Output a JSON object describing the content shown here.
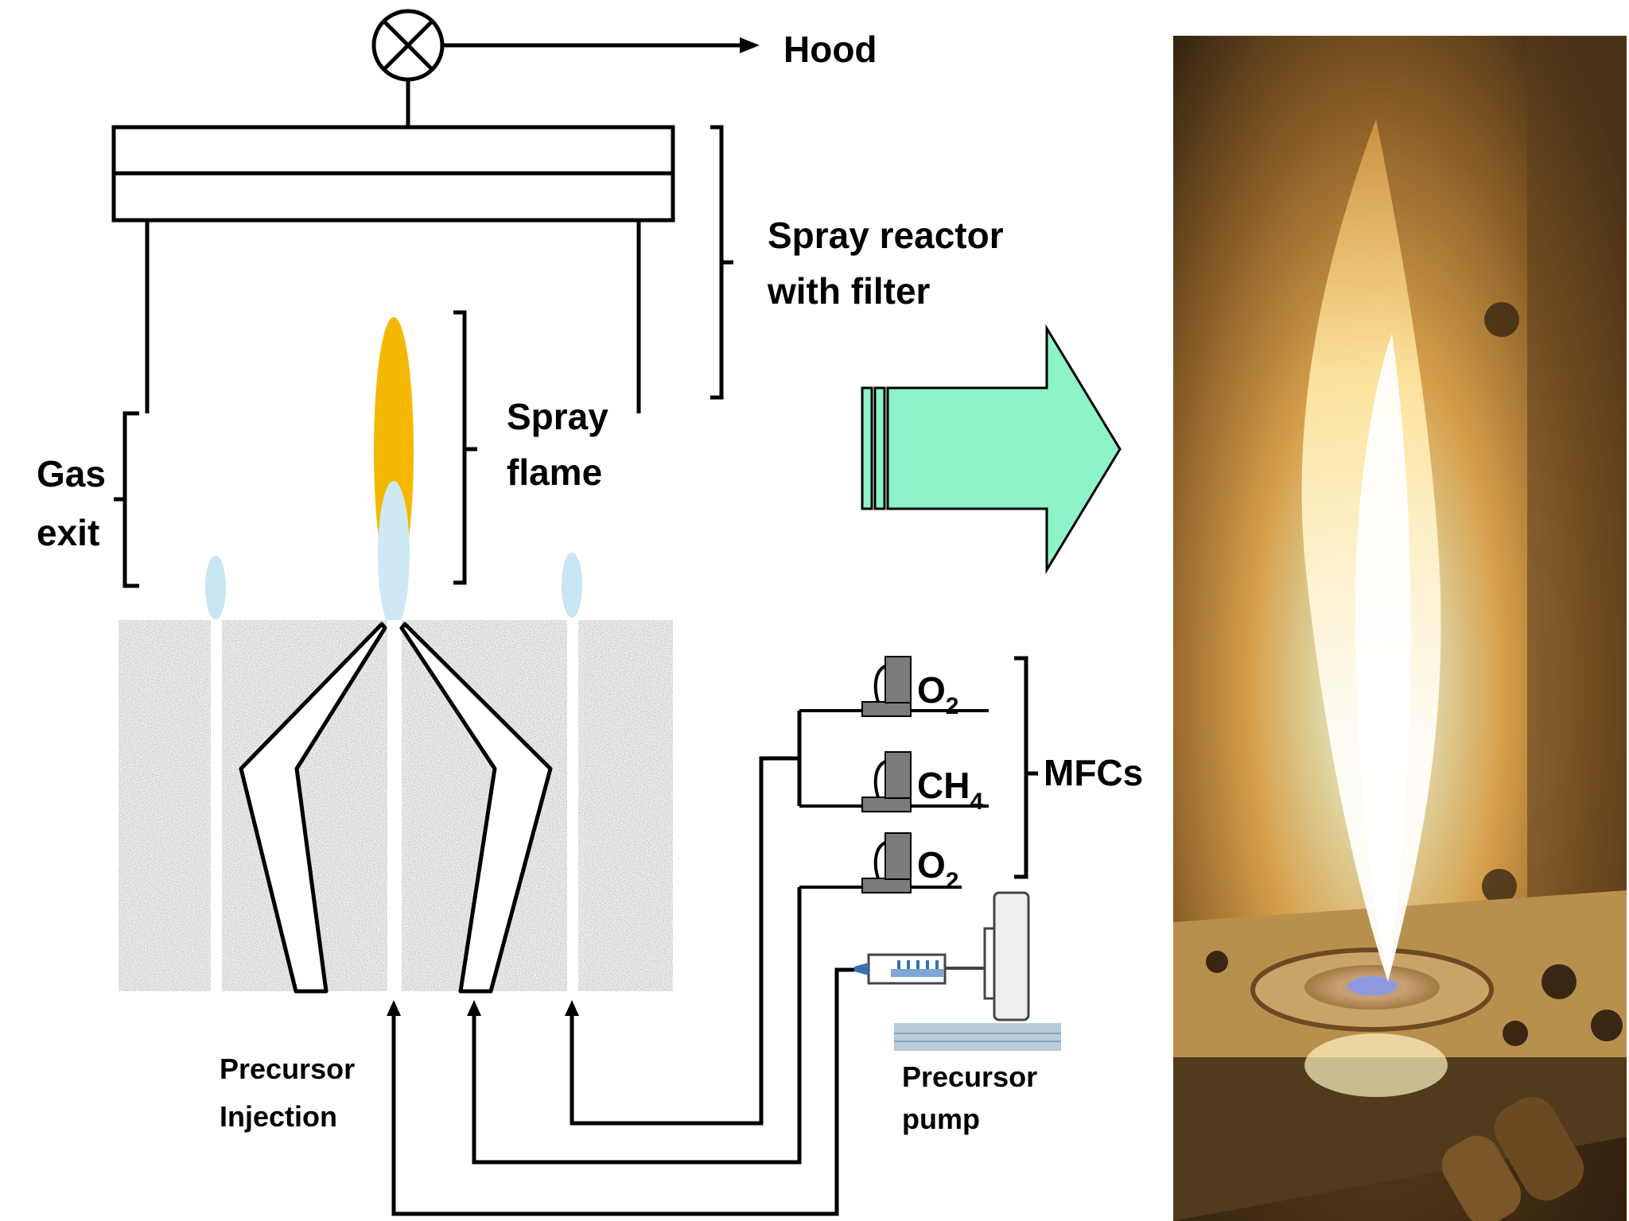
{
  "labels": {
    "hood": "Hood",
    "spray_reactor_line1": "Spray reactor",
    "spray_reactor_line2": "with filter",
    "spray_flame_line1": "Spray",
    "spray_flame_line2": "flame",
    "gas_exit_line1": "Gas",
    "gas_exit_line2": "exit",
    "mfcs": "MFCs",
    "o2_top_base": "O",
    "o2_top_sub": "2",
    "ch4_base": "CH",
    "ch4_sub": "4",
    "o2_bottom_base": "O",
    "o2_bottom_sub": "2",
    "precursor_injection_line1": "Precursor",
    "precursor_injection_line2": "Injection",
    "precursor_pump_line1": "Precursor",
    "precursor_pump_line2": "pump"
  },
  "colors": {
    "flame_orange": "#f5b800",
    "flame_core": "#cfe8f5",
    "pilot_flame": "#c9e4f3",
    "arrow_fill": "#8ff3c8",
    "burner_noise": "#9a9a9a",
    "mfc_gray": "#7c7c7c",
    "pump_blue": "#3a6fb0"
  }
}
